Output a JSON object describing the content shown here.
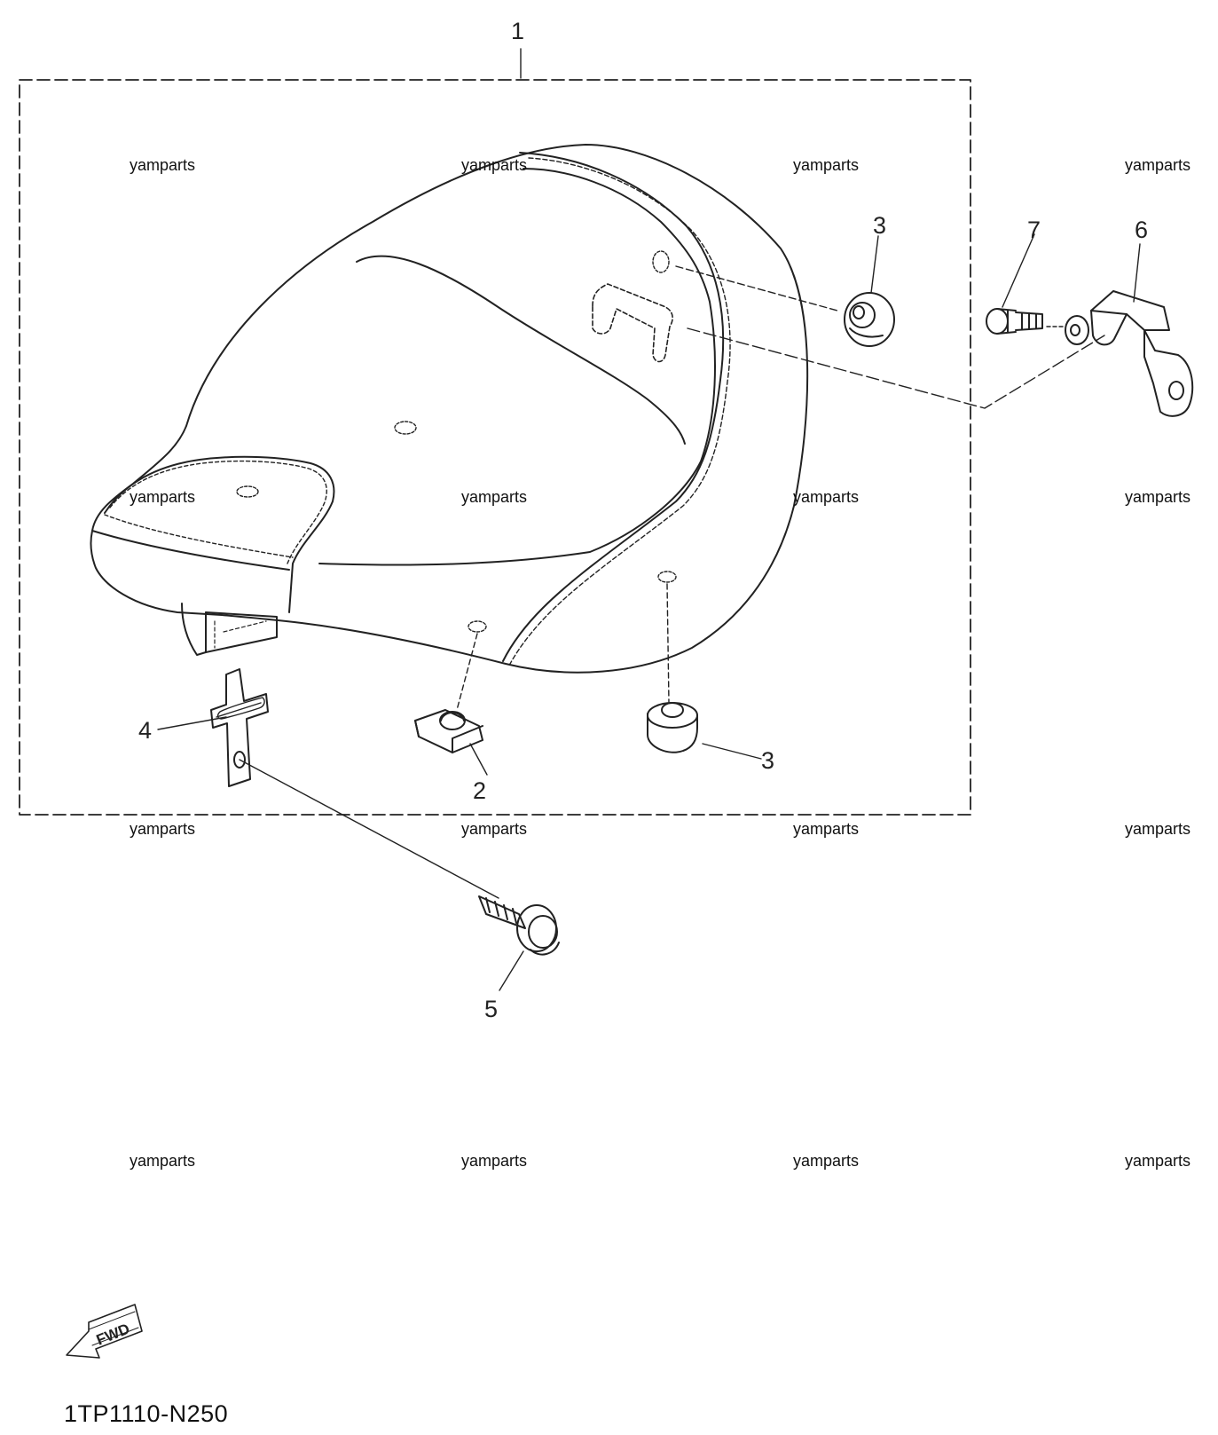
{
  "callouts": [
    "1",
    "2",
    "3",
    "3",
    "4",
    "5",
    "6",
    "7"
  ],
  "watermark": "yamparts",
  "fwd_label": "FWD",
  "diagram_code": "1TP1110-N250"
}
